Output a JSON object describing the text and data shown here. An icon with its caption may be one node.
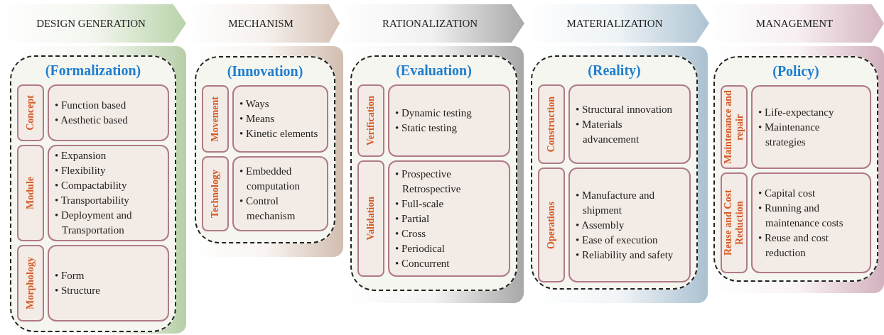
{
  "diagram": {
    "nodes": [
      {
        "text": [
          "DESIGN GENERATION"
        ]
      },
      {
        "text": [
          "(Formalization)"
        ]
      },
      {
        "text": [
          "Concept"
        ],
        "in": 1
      },
      {
        "text": [
          "• Function based",
          "• Aesthetic based"
        ],
        "in": 1
      },
      {
        "text": [
          "Module"
        ],
        "in": 1
      },
      {
        "text": [
          "• Expansion",
          "• Flexibility",
          "• Compactability",
          "• Transportability",
          "• Deployment and Transportation"
        ],
        "in": 1
      },
      {
        "text": [
          "Morphology"
        ],
        "in": 1
      },
      {
        "text": [
          "• Form",
          "• Structure"
        ],
        "in": 1
      },
      {
        "text": [
          "MECHANISM"
        ]
      },
      {
        "text": [
          "(Innovation)"
        ]
      },
      {
        "text": [
          "Movement"
        ],
        "in": 9
      },
      {
        "text": [
          "• Ways",
          "• Means",
          "• Kinetic elements"
        ],
        "in": 9
      },
      {
        "text": [
          "Technology"
        ],
        "in": 9
      },
      {
        "text": [
          "• Embedded computation",
          "• Control mechanism"
        ],
        "in": 9
      },
      {
        "text": [
          "RATIONALIZATION"
        ]
      },
      {
        "text": [
          "(Evaluation)"
        ]
      },
      {
        "text": [
          "Verification"
        ],
        "in": 15
      },
      {
        "text": [
          "• Dynamic testing",
          "• Static testing"
        ],
        "in": 15
      },
      {
        "text": [
          "Validation"
        ],
        "in": 15
      },
      {
        "text": [
          "• Prospective Retrospective",
          "• Full-scale",
          "• Partial",
          "• Cross",
          "• Periodical",
          "• Concurrent"
        ],
        "in": 15
      },
      {
        "text": [
          "MATERIALIZATION"
        ]
      },
      {
        "text": [
          "(Reality)"
        ]
      },
      {
        "text": [
          "Construction"
        ],
        "in": 21
      },
      {
        "text": [
          "• Structural innovation",
          "• Materials advancement"
        ],
        "in": 21
      },
      {
        "text": [
          "Operations"
        ],
        "in": 21
      },
      {
        "text": [
          "• Manufacture and shipment",
          "• Assembly",
          "• Ease of execution",
          "• Reliability and safety"
        ],
        "in": 21
      },
      {
        "text": [
          "MANAGEMENT"
        ]
      },
      {
        "text": [
          "(Policy)"
        ]
      },
      {
        "text": [
          "Maintenance and repair"
        ],
        "in": 27
      },
      {
        "text": [
          "• Life-expectancy",
          "• Maintenance strategies"
        ],
        "in": 27
      },
      {
        "text": [
          "Reuse and Cost Reduction"
        ],
        "in": 27
      },
      {
        "text": [
          "• Capital cost",
          "• Running and maintenance costs",
          "• Reuse and cost reduction"
        ],
        "in": 27
      }
    ]
  }
}
